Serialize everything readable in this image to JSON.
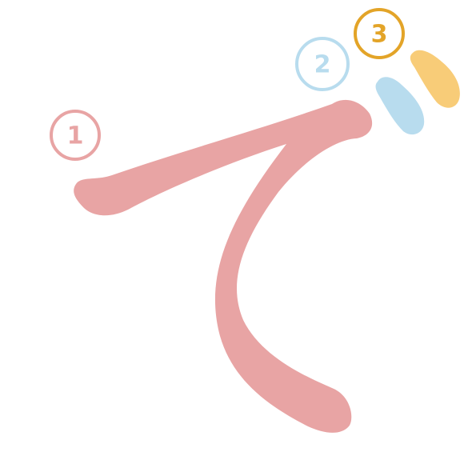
{
  "character": "で",
  "strokes": [
    {
      "number": "1",
      "color": "#e8a4a4",
      "badge_color": "#e8a4a4"
    },
    {
      "number": "2",
      "color": "#b8dcee",
      "badge_color": "#b8dcee"
    },
    {
      "number": "3",
      "color": "#f8cc78",
      "badge_color": "#e3a428"
    }
  ]
}
